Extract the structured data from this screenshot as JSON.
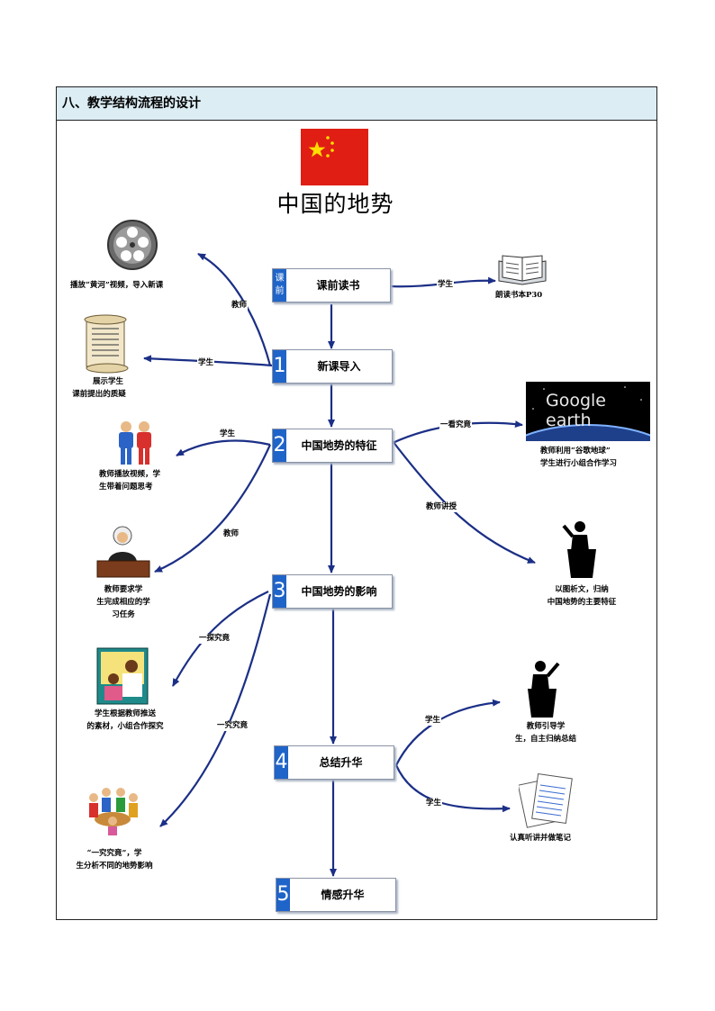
{
  "section_header": "八、教学结构流程的设计",
  "diagram_title": "中国的地势",
  "steps": [
    {
      "num": "课前",
      "label": "课前读书"
    },
    {
      "num": "1",
      "label": "新课导入"
    },
    {
      "num": "2",
      "label": "中国地势的特征"
    },
    {
      "num": "3",
      "label": "中国地势的影响"
    },
    {
      "num": "4",
      "label": "总结升华"
    },
    {
      "num": "5",
      "label": "情感升华"
    }
  ],
  "captions": {
    "film": "播放“黄河”视频，导入新课",
    "book": "朗读书本P30",
    "scroll_1": "展示学生",
    "scroll_2": "课前提出的质疑",
    "people_1": "教师播放视频，学",
    "people_2": "生带着问题思考",
    "google_1": "教师利用“谷歌地球”",
    "google_2": "学生进行小组合作学习",
    "judge_1": "教师要求学",
    "judge_2": "生完成相应的学",
    "judge_3": "习任务",
    "speaker_1": "以图析文，归纳",
    "speaker_2": "中国地势的主要特征",
    "teach_1": "学生根据教师推送",
    "teach_2": "的素材，小组合作探究",
    "speaker2_1": "教师引导学",
    "speaker2_2": "生，自主归纳总结",
    "group_1": "“一究究竟”，学",
    "group_2": "生分析不同的地势影响",
    "notes": "认真听讲并做笔记"
  },
  "edge_labels": {
    "teacher_film": "教师",
    "student_book": "学生",
    "student_scroll": "学生",
    "student_people": "学生",
    "explore_google": "一看究竟",
    "teacher_judge": "教师",
    "teacher_lecture": "教师讲授",
    "explore_teach": "一探究竟",
    "study_group": "一究究竟",
    "student_speaker": "学生",
    "student_notes": "学生"
  },
  "google_logo": "Google earth",
  "colors": {
    "arrow": "#1b2f86",
    "badge": "#1f64c8",
    "flag": "#e01e14",
    "header_bg": "#dcedf4"
  }
}
